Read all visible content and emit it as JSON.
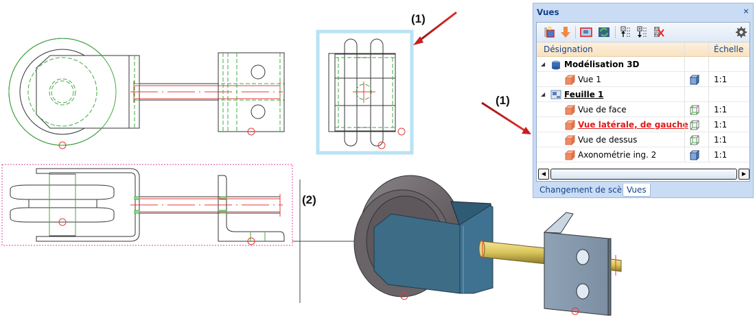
{
  "callouts": {
    "label_1_top": "(1)",
    "label_1_right": "(1)",
    "label_2": "(2)"
  },
  "colors": {
    "outline": "#333333",
    "hidden_lines": "#3cab3c",
    "center_lines": "#e53a3a",
    "selection_glow": "#b9e2f5",
    "selection_frame": "#e040a0",
    "arrow": "#c81e1e",
    "bracket_blue": "#3f7290",
    "wheel_grey": "#6a6468",
    "shaft_yellow": "#d8c35a",
    "angle_plate": "#8c9fb3"
  },
  "drawing_views": [
    {
      "name": "Vue de face",
      "position": "top-left"
    },
    {
      "name": "Vue latérale, de gauche",
      "position": "top-middle",
      "highlighted": true
    },
    {
      "name": "Vue de dessus",
      "position": "bottom-left",
      "frame": "dotted-selection"
    },
    {
      "name": "Axonométrie ing. 2",
      "position": "bottom-right",
      "rendering": "shaded-3d"
    }
  ],
  "panel": {
    "title": "Vues",
    "close_icon": "close-icon",
    "toolbar": [
      {
        "name": "new-view-icon",
        "tooltip": ""
      },
      {
        "name": "import-view-arrow-icon",
        "tooltip": ""
      },
      {
        "name": "view-frame-icon",
        "tooltip": ""
      },
      {
        "name": "refresh-views-icon",
        "tooltip": ""
      },
      {
        "name": "move-up-icon",
        "tooltip": ""
      },
      {
        "name": "move-down-icon",
        "tooltip": ""
      },
      {
        "name": "sort-az-remove-icon",
        "tooltip": ""
      },
      {
        "name": "settings-gear-icon",
        "tooltip": ""
      }
    ],
    "columns": {
      "designation": "Désignation",
      "view_type": "",
      "scale": "Échelle"
    },
    "tree": [
      {
        "level": 0,
        "expander": "◢",
        "icon": "3d-model-icon",
        "label": "Modélisation 3D",
        "style": "bold",
        "view_icon": "",
        "scale": ""
      },
      {
        "level": 1,
        "expander": "",
        "icon": "view-cube-icon",
        "label": "Vue 1",
        "style": "normal",
        "view_icon": "shaded-cube-icon",
        "scale": "1:1"
      },
      {
        "level": 0,
        "expander": "◢",
        "icon": "sheet-icon",
        "label": "Feuille 1",
        "style": "underline-bold",
        "view_icon": "",
        "scale": ""
      },
      {
        "level": 1,
        "expander": "",
        "icon": "view-cube-icon",
        "label": "Vue de face",
        "style": "normal",
        "view_icon": "wireframe-cube-icon",
        "scale": "1:1"
      },
      {
        "level": 1,
        "expander": "",
        "icon": "view-cube-icon",
        "label": "Vue latérale, de gauche",
        "style": "selected",
        "view_icon": "wireframe-cube-icon",
        "scale": "1:1"
      },
      {
        "level": 1,
        "expander": "",
        "icon": "view-cube-icon",
        "label": "Vue de dessus",
        "style": "normal",
        "view_icon": "wireframe-cube-icon",
        "scale": "1:1"
      },
      {
        "level": 1,
        "expander": "",
        "icon": "view-cube-icon",
        "label": "Axonométrie ing. 2",
        "style": "normal",
        "view_icon": "shaded-cube-icon",
        "scale": "1:1"
      }
    ],
    "scrollbar": {
      "left_arrow": "◀",
      "right_arrow": "▶"
    },
    "tabs": [
      {
        "label": "Changement de scène",
        "active": false
      },
      {
        "label": "Vues",
        "active": true
      }
    ]
  }
}
